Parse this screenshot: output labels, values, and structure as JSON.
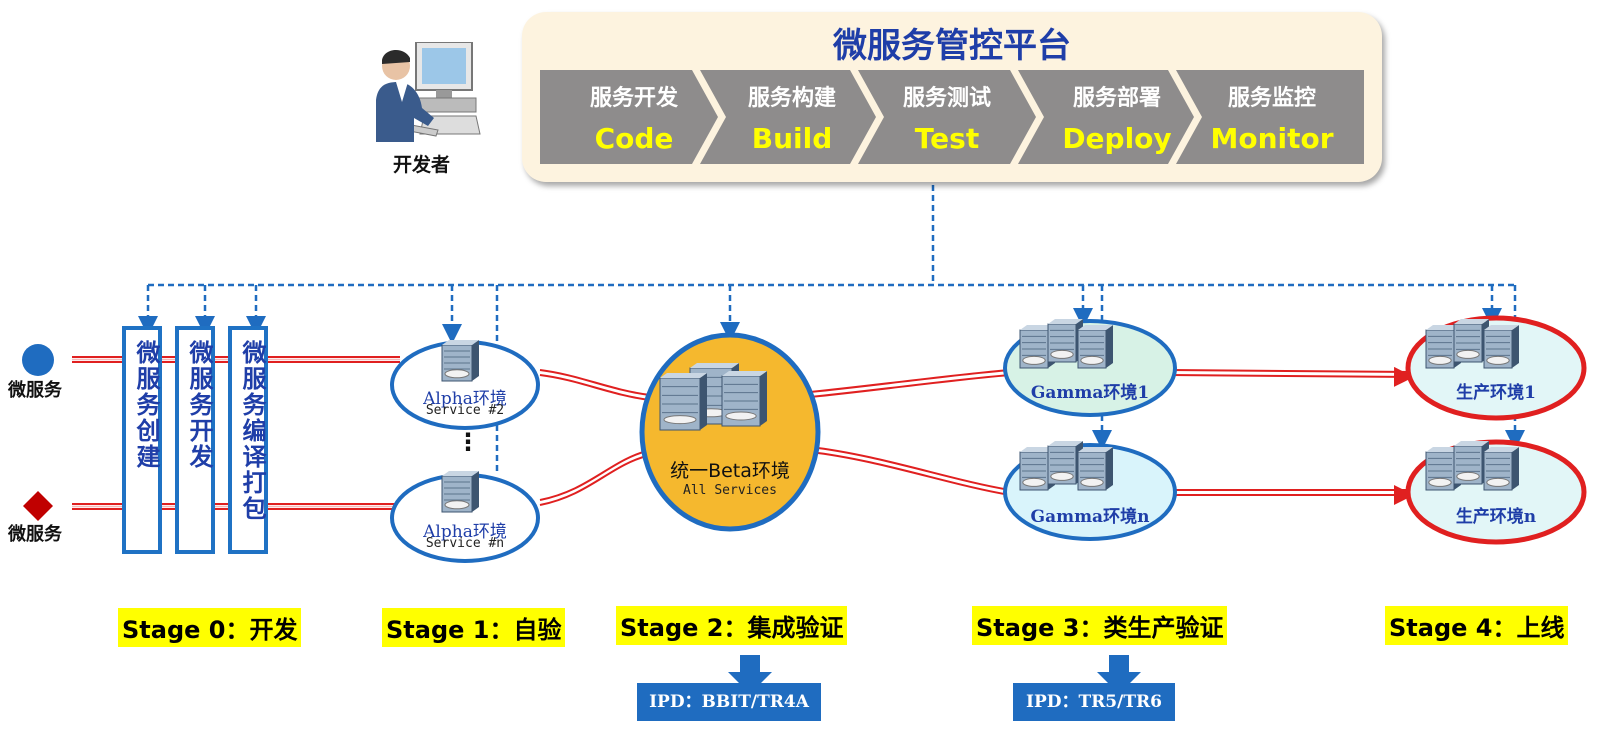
{
  "platform": {
    "title": "微服务管控平台",
    "steps": [
      {
        "cn": "服务开发",
        "en": "Code"
      },
      {
        "cn": "服务构建",
        "en": "Build"
      },
      {
        "cn": "服务测试",
        "en": "Test"
      },
      {
        "cn": "服务部署",
        "en": "Deploy"
      },
      {
        "cn": "服务监控",
        "en": "Monitor"
      }
    ],
    "colors": {
      "chevron": "#8e8c8c",
      "step_en": "#ffff00",
      "title": "#1f3ea8",
      "panel": "#fdf3df"
    }
  },
  "developer": {
    "label": "开发者",
    "icon": "developer-workstation-icon"
  },
  "inputs": [
    {
      "label": "微服务",
      "shape": "blue-circle-icon",
      "color": "#1f6cc0"
    },
    {
      "label": "微服务",
      "shape": "red-diamond-icon",
      "color": "#c00000"
    }
  ],
  "stage0_boxes": [
    "微服务创建",
    "微服务开发",
    "微服务编译打包"
  ],
  "alpha": [
    {
      "label": "Alpha环境",
      "sub": "Service #2"
    },
    {
      "label": "Alpha环境",
      "sub": "Service #n"
    }
  ],
  "alpha_ellipsis": "⋮",
  "beta": {
    "label": "统一Beta环境",
    "sub": "All Services"
  },
  "gamma": [
    {
      "label": "Gamma环境1"
    },
    {
      "label": "Gamma环境n"
    }
  ],
  "prod": [
    {
      "label": "生产环境1"
    },
    {
      "label": "生产环境n"
    }
  ],
  "stages": [
    {
      "label": "Stage 0：开发"
    },
    {
      "label": "Stage 1：自验"
    },
    {
      "label": "Stage 2：集成验证"
    },
    {
      "label": "Stage 3：类生产验证"
    },
    {
      "label": "Stage 4：上线"
    }
  ],
  "ipd": [
    {
      "label": "IPD：BBIT/TR4A"
    },
    {
      "label": "IPD：TR5/TR6"
    }
  ],
  "colors": {
    "flow_line": "#e02020",
    "control_line": "#1f6cc0",
    "stage_bg": "#ffff00",
    "ipd_bg": "#1f6cc0"
  }
}
